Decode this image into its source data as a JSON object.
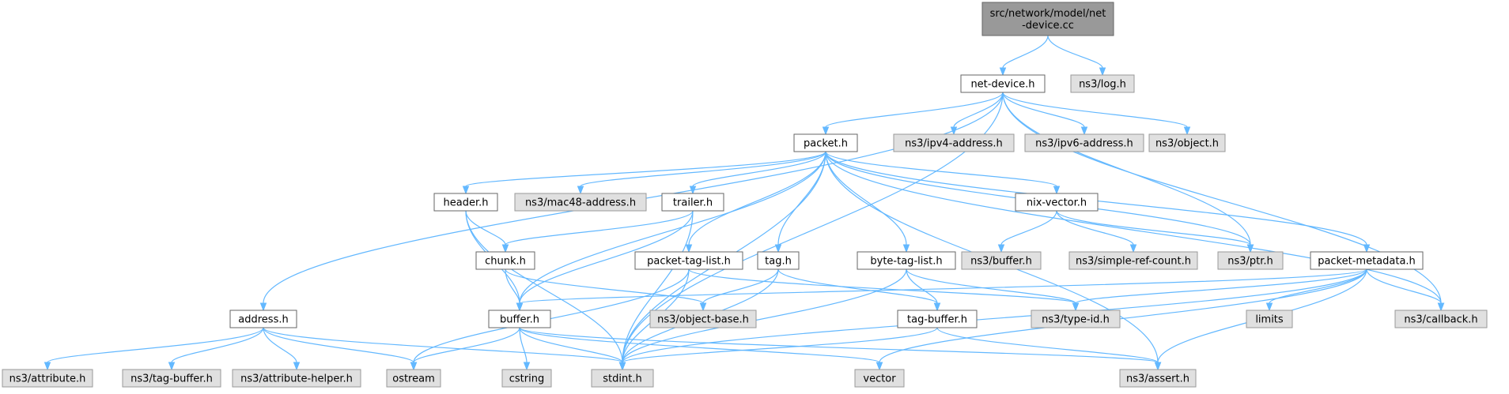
{
  "colors": {
    "root_fill": "#999999",
    "root_stroke": "#666666",
    "file_fill": "#ffffff",
    "file_stroke": "#666666",
    "external_fill": "#e0e0e0",
    "external_stroke": "#999999",
    "edge": "#63b8ff"
  },
  "nodes": [
    {
      "id": "root",
      "label": [
        "src/network/model/net",
        "-device.cc"
      ],
      "kind": "root"
    },
    {
      "id": "net_device_h",
      "label": [
        "net-device.h"
      ],
      "kind": "file"
    },
    {
      "id": "ns3_log_h",
      "label": [
        "ns3/log.h"
      ],
      "kind": "external"
    },
    {
      "id": "packet_h",
      "label": [
        "packet.h"
      ],
      "kind": "file"
    },
    {
      "id": "ns3_ipv4_address_h",
      "label": [
        "ns3/ipv4-address.h"
      ],
      "kind": "external"
    },
    {
      "id": "ns3_ipv6_address_h",
      "label": [
        "ns3/ipv6-address.h"
      ],
      "kind": "external"
    },
    {
      "id": "ns3_object_h",
      "label": [
        "ns3/object.h"
      ],
      "kind": "external"
    },
    {
      "id": "header_h",
      "label": [
        "header.h"
      ],
      "kind": "file"
    },
    {
      "id": "ns3_mac48_address_h",
      "label": [
        "ns3/mac48-address.h"
      ],
      "kind": "external"
    },
    {
      "id": "trailer_h",
      "label": [
        "trailer.h"
      ],
      "kind": "file"
    },
    {
      "id": "nix_vector_h",
      "label": [
        "nix-vector.h"
      ],
      "kind": "file"
    },
    {
      "id": "chunk_h",
      "label": [
        "chunk.h"
      ],
      "kind": "file"
    },
    {
      "id": "packet_tag_list_h",
      "label": [
        "packet-tag-list.h"
      ],
      "kind": "file"
    },
    {
      "id": "tag_h",
      "label": [
        "tag.h"
      ],
      "kind": "file"
    },
    {
      "id": "byte_tag_list_h",
      "label": [
        "byte-tag-list.h"
      ],
      "kind": "file"
    },
    {
      "id": "ns3_buffer_h",
      "label": [
        "ns3/buffer.h"
      ],
      "kind": "external"
    },
    {
      "id": "ns3_simple_ref_count_h",
      "label": [
        "ns3/simple-ref-count.h"
      ],
      "kind": "external"
    },
    {
      "id": "ns3_ptr_h",
      "label": [
        "ns3/ptr.h"
      ],
      "kind": "external"
    },
    {
      "id": "packet_metadata_h",
      "label": [
        "packet-metadata.h"
      ],
      "kind": "file"
    },
    {
      "id": "address_h",
      "label": [
        "address.h"
      ],
      "kind": "file"
    },
    {
      "id": "buffer_h",
      "label": [
        "buffer.h"
      ],
      "kind": "file"
    },
    {
      "id": "ns3_object_base_h",
      "label": [
        "ns3/object-base.h"
      ],
      "kind": "external"
    },
    {
      "id": "tag_buffer_h",
      "label": [
        "tag-buffer.h"
      ],
      "kind": "file"
    },
    {
      "id": "ns3_type_id_h",
      "label": [
        "ns3/type-id.h"
      ],
      "kind": "external"
    },
    {
      "id": "limits",
      "label": [
        "limits"
      ],
      "kind": "external"
    },
    {
      "id": "ns3_callback_h",
      "label": [
        "ns3/callback.h"
      ],
      "kind": "external"
    },
    {
      "id": "ns3_attribute_h",
      "label": [
        "ns3/attribute.h"
      ],
      "kind": "external"
    },
    {
      "id": "ns3_tag_buffer_h",
      "label": [
        "ns3/tag-buffer.h"
      ],
      "kind": "external"
    },
    {
      "id": "ns3_attribute_helper_h",
      "label": [
        "ns3/attribute-helper.h"
      ],
      "kind": "external"
    },
    {
      "id": "ostream",
      "label": [
        "ostream"
      ],
      "kind": "external"
    },
    {
      "id": "cstring",
      "label": [
        "cstring"
      ],
      "kind": "external"
    },
    {
      "id": "stdint_h",
      "label": [
        "stdint.h"
      ],
      "kind": "external"
    },
    {
      "id": "vector",
      "label": [
        "vector"
      ],
      "kind": "external"
    },
    {
      "id": "ns3_assert_h",
      "label": [
        "ns3/assert.h"
      ],
      "kind": "external"
    }
  ],
  "edges": [
    {
      "from": "root",
      "to": "net_device_h"
    },
    {
      "from": "root",
      "to": "ns3_log_h"
    },
    {
      "from": "net_device_h",
      "to": "address_h"
    },
    {
      "from": "net_device_h",
      "to": "stdint_h"
    },
    {
      "from": "net_device_h",
      "to": "packet_h"
    },
    {
      "from": "net_device_h",
      "to": "ns3_ipv4_address_h"
    },
    {
      "from": "net_device_h",
      "to": "ns3_ipv6_address_h"
    },
    {
      "from": "net_device_h",
      "to": "ns3_object_h"
    },
    {
      "from": "net_device_h",
      "to": "ns3_ptr_h"
    },
    {
      "from": "net_device_h",
      "to": "ns3_callback_h"
    },
    {
      "from": "packet_h",
      "to": "buffer_h"
    },
    {
      "from": "packet_h",
      "to": "header_h"
    },
    {
      "from": "packet_h",
      "to": "ns3_mac48_address_h"
    },
    {
      "from": "packet_h",
      "to": "trailer_h"
    },
    {
      "from": "packet_h",
      "to": "packet_tag_list_h"
    },
    {
      "from": "packet_h",
      "to": "tag_h"
    },
    {
      "from": "packet_h",
      "to": "stdint_h"
    },
    {
      "from": "packet_h",
      "to": "byte_tag_list_h"
    },
    {
      "from": "packet_h",
      "to": "nix_vector_h"
    },
    {
      "from": "packet_h",
      "to": "ns3_ptr_h"
    },
    {
      "from": "packet_h",
      "to": "packet_metadata_h"
    },
    {
      "from": "packet_h",
      "to": "ns3_callback_h"
    },
    {
      "from": "packet_h",
      "to": "ns3_assert_h"
    },
    {
      "from": "header_h",
      "to": "chunk_h"
    },
    {
      "from": "header_h",
      "to": "buffer_h"
    },
    {
      "from": "header_h",
      "to": "stdint_h"
    },
    {
      "from": "trailer_h",
      "to": "chunk_h"
    },
    {
      "from": "trailer_h",
      "to": "buffer_h"
    },
    {
      "from": "trailer_h",
      "to": "stdint_h"
    },
    {
      "from": "chunk_h",
      "to": "buffer_h"
    },
    {
      "from": "chunk_h",
      "to": "ns3_object_base_h"
    },
    {
      "from": "nix_vector_h",
      "to": "ns3_buffer_h"
    },
    {
      "from": "nix_vector_h",
      "to": "ns3_simple_ref_count_h"
    },
    {
      "from": "nix_vector_h",
      "to": "ns3_ptr_h"
    },
    {
      "from": "packet_tag_list_h",
      "to": "ostream"
    },
    {
      "from": "packet_tag_list_h",
      "to": "stdint_h"
    },
    {
      "from": "packet_tag_list_h",
      "to": "ns3_type_id_h"
    },
    {
      "from": "tag_h",
      "to": "ns3_object_base_h"
    },
    {
      "from": "tag_h",
      "to": "stdint_h"
    },
    {
      "from": "tag_h",
      "to": "tag_buffer_h"
    },
    {
      "from": "byte_tag_list_h",
      "to": "tag_buffer_h"
    },
    {
      "from": "byte_tag_list_h",
      "to": "ns3_type_id_h"
    },
    {
      "from": "byte_tag_list_h",
      "to": "stdint_h"
    },
    {
      "from": "packet_metadata_h",
      "to": "buffer_h"
    },
    {
      "from": "packet_metadata_h",
      "to": "ns3_type_id_h"
    },
    {
      "from": "packet_metadata_h",
      "to": "limits"
    },
    {
      "from": "packet_metadata_h",
      "to": "ns3_callback_h"
    },
    {
      "from": "packet_metadata_h",
      "to": "stdint_h"
    },
    {
      "from": "packet_metadata_h",
      "to": "vector"
    },
    {
      "from": "packet_metadata_h",
      "to": "ns3_assert_h"
    },
    {
      "from": "address_h",
      "to": "ns3_attribute_h"
    },
    {
      "from": "address_h",
      "to": "ns3_tag_buffer_h"
    },
    {
      "from": "address_h",
      "to": "ns3_attribute_helper_h"
    },
    {
      "from": "address_h",
      "to": "ostream"
    },
    {
      "from": "address_h",
      "to": "stdint_h"
    },
    {
      "from": "buffer_h",
      "to": "ostream"
    },
    {
      "from": "buffer_h",
      "to": "cstring"
    },
    {
      "from": "buffer_h",
      "to": "stdint_h"
    },
    {
      "from": "buffer_h",
      "to": "vector"
    },
    {
      "from": "buffer_h",
      "to": "ns3_assert_h"
    },
    {
      "from": "tag_buffer_h",
      "to": "stdint_h"
    },
    {
      "from": "tag_buffer_h",
      "to": "ns3_assert_h"
    }
  ]
}
